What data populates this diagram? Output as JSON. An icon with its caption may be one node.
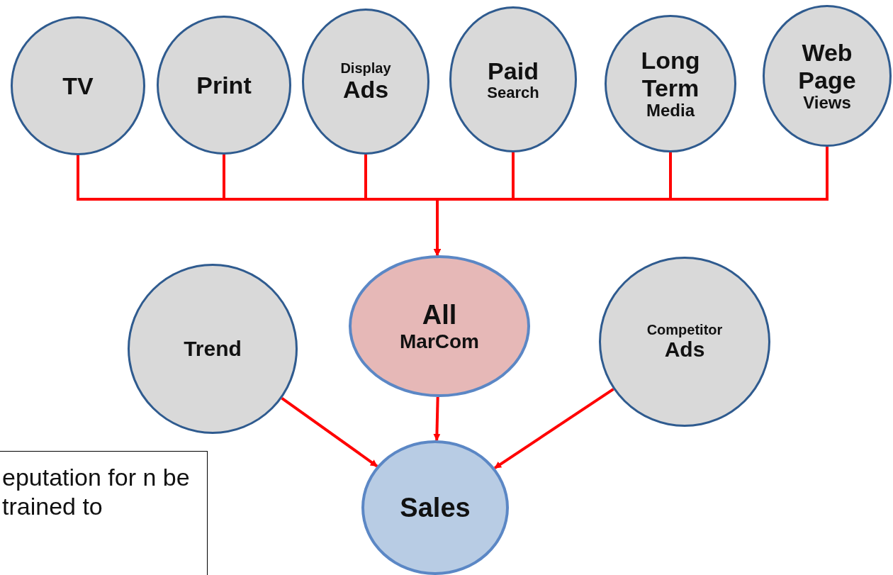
{
  "diagram": {
    "nodes": [
      {
        "text": [
          "TV"
        ]
      },
      {
        "text": [
          "Print"
        ]
      },
      {
        "text": [
          "Display",
          "Ads"
        ]
      },
      {
        "text": [
          "Paid",
          "Search"
        ]
      },
      {
        "text": [
          "Long Term",
          "Media"
        ]
      },
      {
        "text": [
          "Web Page",
          "Views"
        ]
      },
      {
        "text": [
          "Trend"
        ]
      },
      {
        "text": [
          "All",
          "MarCom"
        ]
      },
      {
        "text": [
          "Competitor",
          "Ads"
        ]
      },
      {
        "text": [
          "Sales"
        ]
      },
      {
        "text": [
          "eputation for n be trained to"
        ]
      }
    ],
    "edges": [
      {
        "from": 0,
        "to": 7,
        "arrow": "to"
      },
      {
        "from": 1,
        "to": 7,
        "arrow": "to"
      },
      {
        "from": 2,
        "to": 7,
        "arrow": "to"
      },
      {
        "from": 3,
        "to": 7,
        "arrow": "to"
      },
      {
        "from": 4,
        "to": 7,
        "arrow": "to"
      },
      {
        "from": 5,
        "to": 7,
        "arrow": "to"
      },
      {
        "from": 6,
        "to": 9,
        "arrow": "to"
      },
      {
        "from": 7,
        "to": 9,
        "arrow": "to"
      },
      {
        "from": 8,
        "to": 9,
        "arrow": "to"
      }
    ]
  }
}
